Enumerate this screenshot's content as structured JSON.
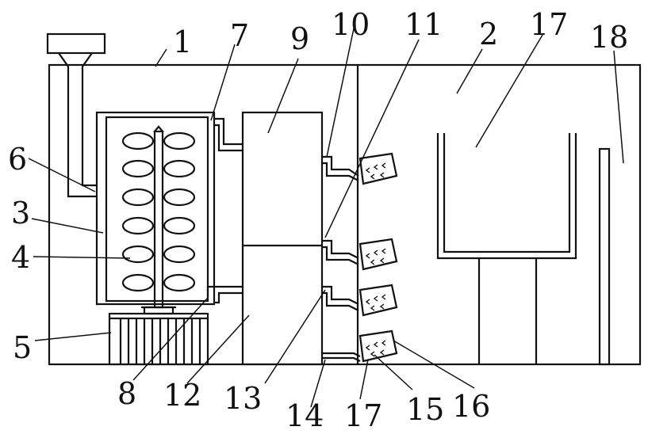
{
  "colors": {
    "line": "#111111",
    "background": "#ffffff"
  },
  "labels": [
    {
      "id": "label-1",
      "text": "1"
    },
    {
      "id": "label-2",
      "text": "2"
    },
    {
      "id": "label-3",
      "text": "3"
    },
    {
      "id": "label-4",
      "text": "4"
    },
    {
      "id": "label-5",
      "text": "5"
    },
    {
      "id": "label-6",
      "text": "6"
    },
    {
      "id": "label-7",
      "text": "7"
    },
    {
      "id": "label-8",
      "text": "8"
    },
    {
      "id": "label-9",
      "text": "9"
    },
    {
      "id": "label-10",
      "text": "10"
    },
    {
      "id": "label-11",
      "text": "11"
    },
    {
      "id": "label-12",
      "text": "12"
    },
    {
      "id": "label-13",
      "text": "13"
    },
    {
      "id": "label-14",
      "text": "14"
    },
    {
      "id": "label-15",
      "text": "15"
    },
    {
      "id": "label-16",
      "text": "16"
    },
    {
      "id": "label-17a",
      "text": "17"
    },
    {
      "id": "label-17b",
      "text": "17"
    },
    {
      "id": "label-18",
      "text": "18"
    }
  ]
}
